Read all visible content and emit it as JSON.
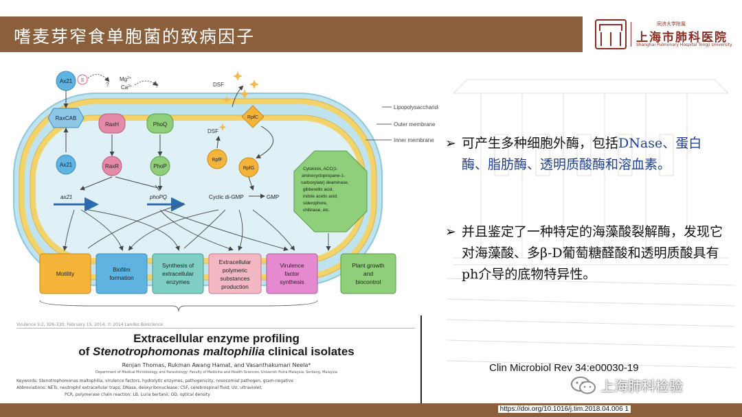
{
  "header": {
    "title": "嗜麦芽窄食单胞菌的致病因子",
    "logo_univ": "同济大学附属",
    "logo_name": "上海市肺科医院",
    "logo_en": "Shanghai Pulmonary Hospital Tongji University"
  },
  "diagram": {
    "membranes": {
      "lps": "Lipopolysaccharides",
      "outer": "Outer membrane",
      "inner": "Inner membrane"
    },
    "proteins": {
      "ax21_top": "Ax21",
      "s": "S",
      "mg": "Mg",
      "mg_sup": "2+",
      "ca": "Ca",
      "ca_sup": "2+",
      "q1": "?",
      "q2": "?",
      "raxcab": "RaxCAB",
      "raxh": "RaxH",
      "phoq": "PhoQ",
      "ax21_mid": "Ax21",
      "raxr": "RaxR",
      "phop": "PhoP",
      "dsf_top": "DSF",
      "dsf_left": "DSF",
      "rpfc": "RpfC",
      "rpff": "RpfF",
      "rpfg": "RpfG",
      "cdg": "Cyclic di-GMP",
      "gmp": "GMP",
      "ax21_gene": "ax21",
      "phopq_gene": "phoPQ"
    },
    "cytokinin_lines": [
      "Cytokinin, ACC(1-",
      "aminocyclopropane-1-",
      "carboxylate) deaminase,",
      "gibberellic acid,",
      "indole acetic acid,",
      "siderophore,",
      "chitinase, etc."
    ],
    "outputs": {
      "motility": [
        "Motility"
      ],
      "biofilm": [
        "Biofilm",
        "formation"
      ],
      "synthesis": [
        "Synthesis of",
        "extracellular",
        "enzymes"
      ],
      "eps": [
        "Extracellular",
        "polymeric",
        "substances",
        "production"
      ],
      "virulence": [
        "Virulence",
        "factor",
        "synthesis"
      ],
      "plant": [
        "Plant growth",
        "and",
        "biocontrol"
      ]
    }
  },
  "paper": {
    "cite": "Virulence 5:2, 326–330; February 15, 2014; © 2014 Landes Bioscience",
    "title_line1": "Extracellular enzyme profiling",
    "title_of": "of",
    "title_species": "Stenotrophomonas maltophilia",
    "title_rest": "clinical isolates",
    "authors": "Renjan Thomas, Rukman Awang Hamat, and Vasantha­kumari Neela*",
    "dept": "Department of Medical Microbiology and Parasitology; Faculty of Medicine and Health Sciences; Universiti Putra Malaysia; Serdang, Malaysia",
    "keywords": "Keywords: Stenotrophomonas maltophilia, virulence factors, hydrolytic enzymes, pathogenicity, nosocomial pathogen, gram-negative",
    "abbr1": "Abbreviations: NETs, neutrophil extracellular traps; DNase, deoxyribonuclease; CSF, cerebrospinal fluid; UV, ultraviolet;",
    "abbr2": "PCR, polymerase chain reaction; LB, Luria bertanii; OD, optical density"
  },
  "bullets": {
    "mark": "➢",
    "b1_pre": "可产生多种细胞外酶，包括",
    "b1_hl": "DNase、蛋白酶、脂肪酶、透明质酸酶和溶血素。",
    "b2": "并且鉴定了一种特定的海藻酸裂解酶，发现它对海藻酸、多β-D葡萄糖醛酸和透明质酸具有ph介导的底物特异性。"
  },
  "reference": "Clin Microbiol Rev 34:e00030-19",
  "wechat": "上海肺科检验",
  "footer": {
    "doi": "https://doi.org/10.1016/j.tim.2018.04.006",
    "page": "1"
  },
  "colors": {
    "header": "#8b5e3c",
    "blue_node": "#5fb3e0",
    "pink_node": "#e58aa8",
    "green_node": "#8fcf7a",
    "orange_node": "#f4b43a",
    "highlight_text": "#1f3f8f"
  }
}
